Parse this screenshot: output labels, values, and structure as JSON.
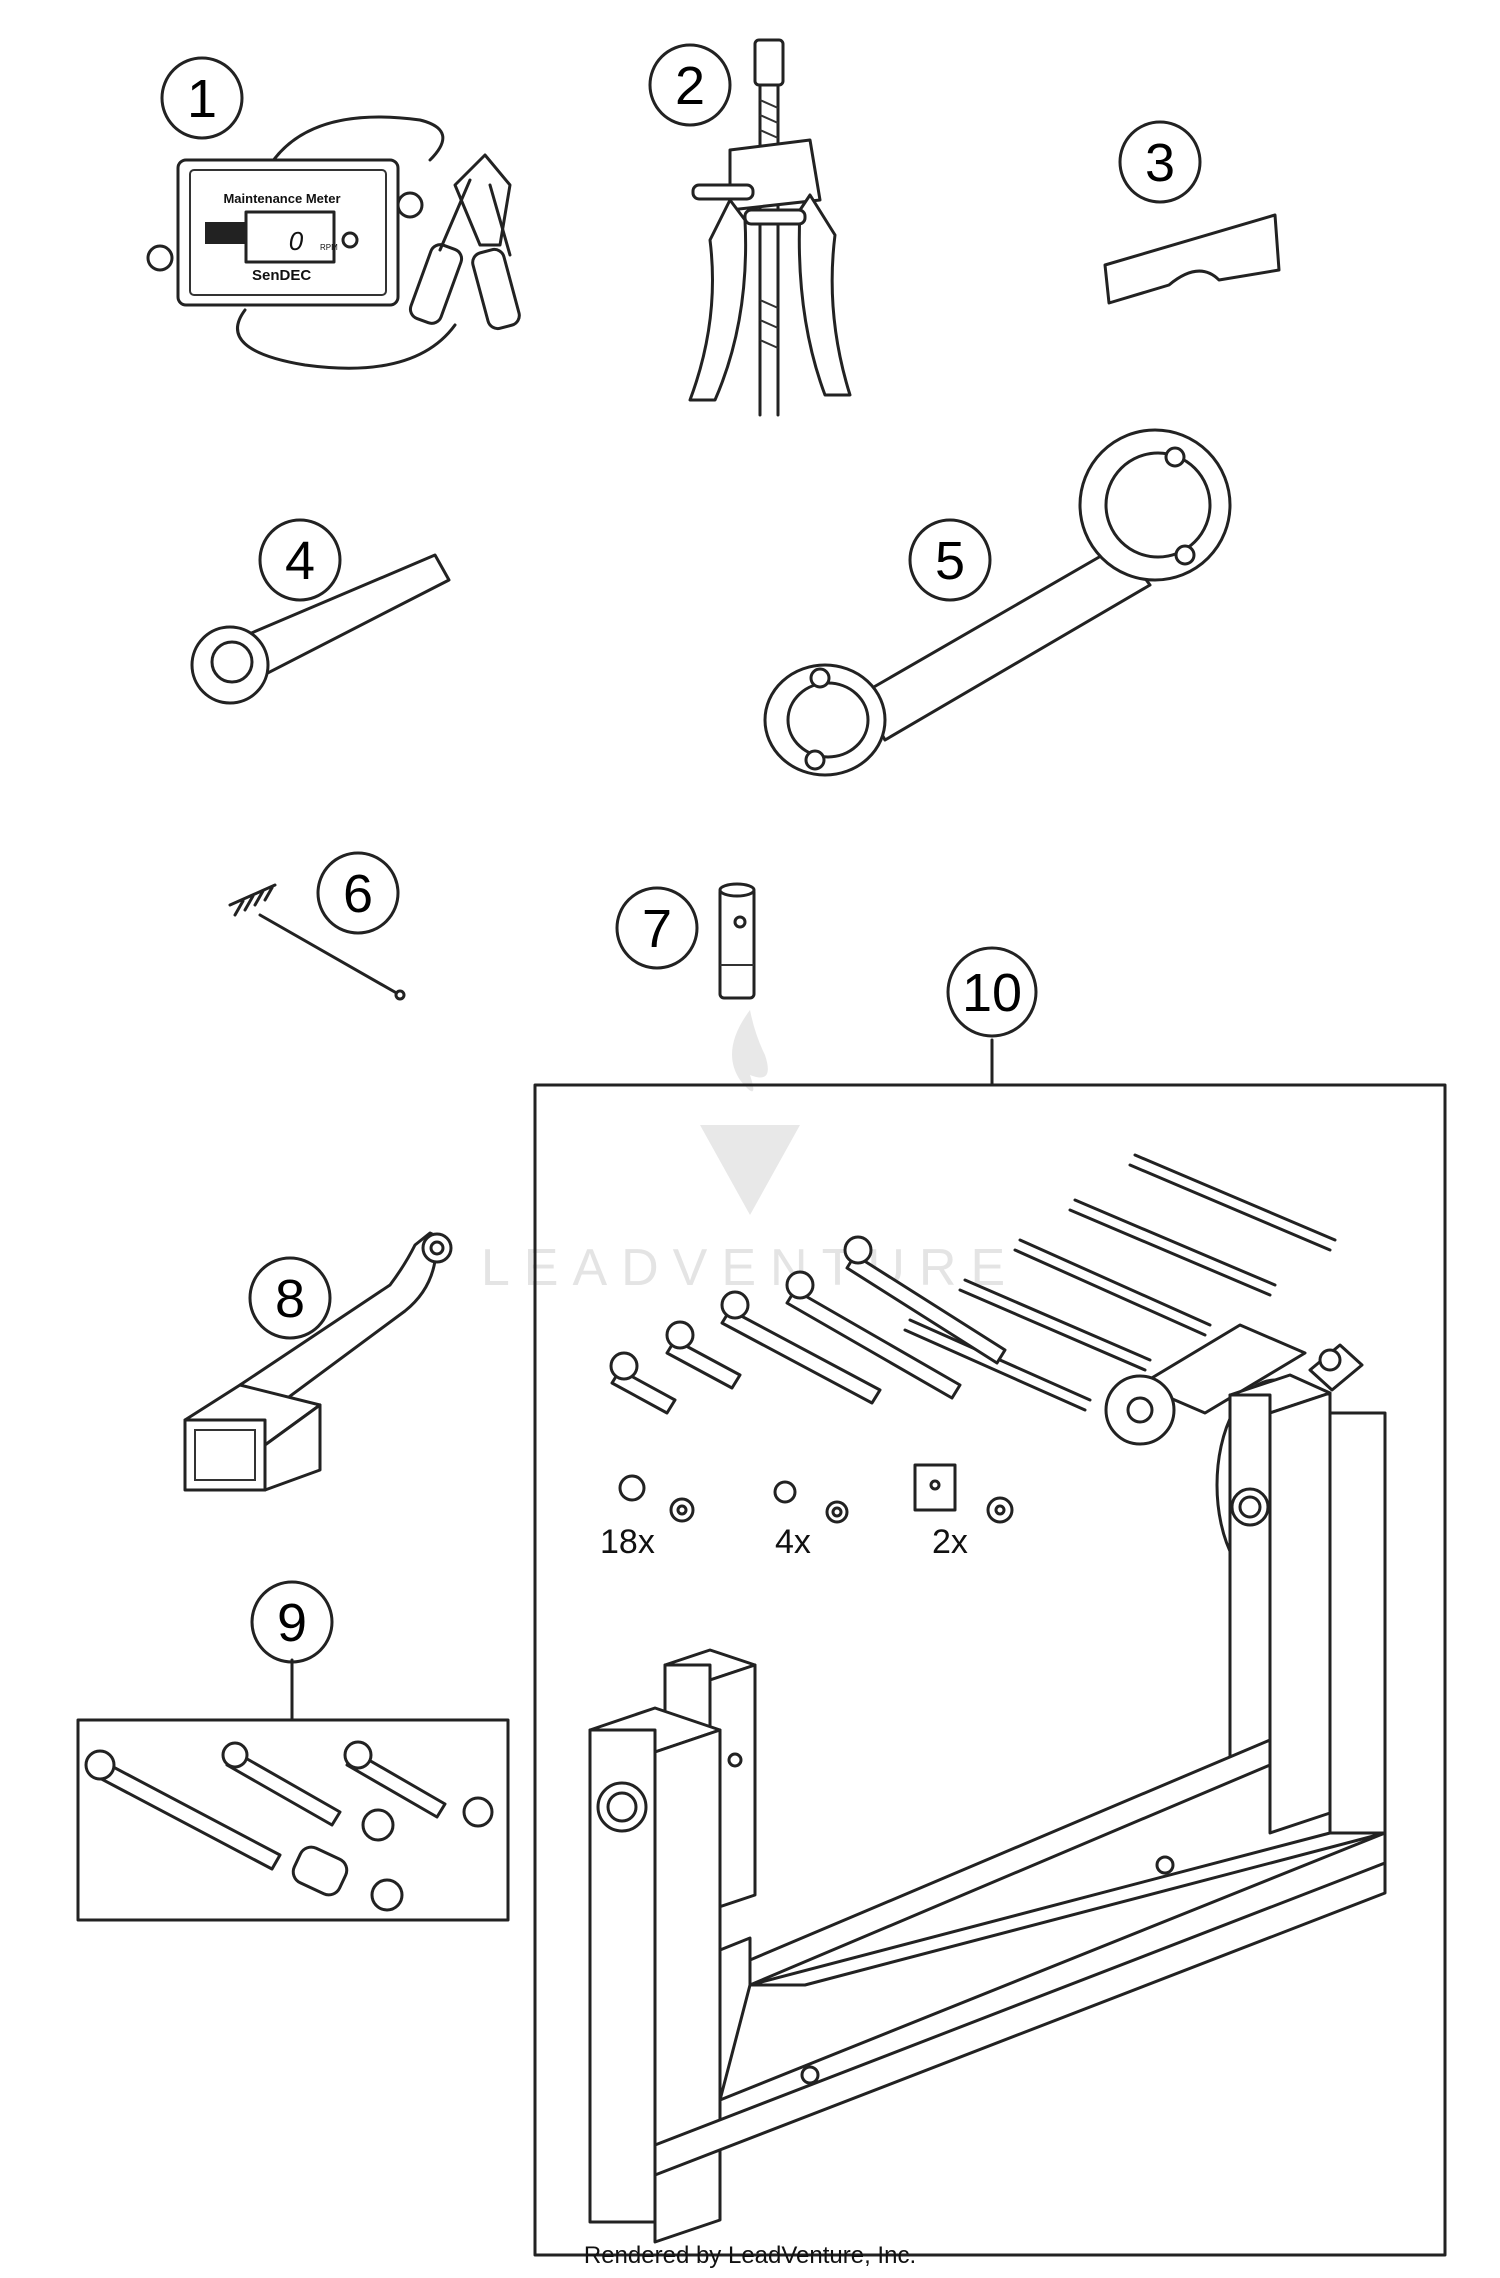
{
  "callouts": [
    {
      "id": "1"
    },
    {
      "id": "2"
    },
    {
      "id": "3"
    },
    {
      "id": "4"
    },
    {
      "id": "5"
    },
    {
      "id": "6"
    },
    {
      "id": "7"
    },
    {
      "id": "8"
    },
    {
      "id": "9"
    },
    {
      "id": "10"
    }
  ],
  "meter": {
    "title": "Maintenance Meter",
    "reading": "0",
    "unit": "RPM",
    "brand": "SenDEC"
  },
  "quantities": [
    "18x",
    "4x",
    "2x"
  ],
  "watermark": "LEADVENTURE",
  "credit": "Rendered by LeadVenture, Inc.",
  "colors": {
    "line": "#222222",
    "background": "#ffffff",
    "watermark": "#e2e2e2"
  }
}
